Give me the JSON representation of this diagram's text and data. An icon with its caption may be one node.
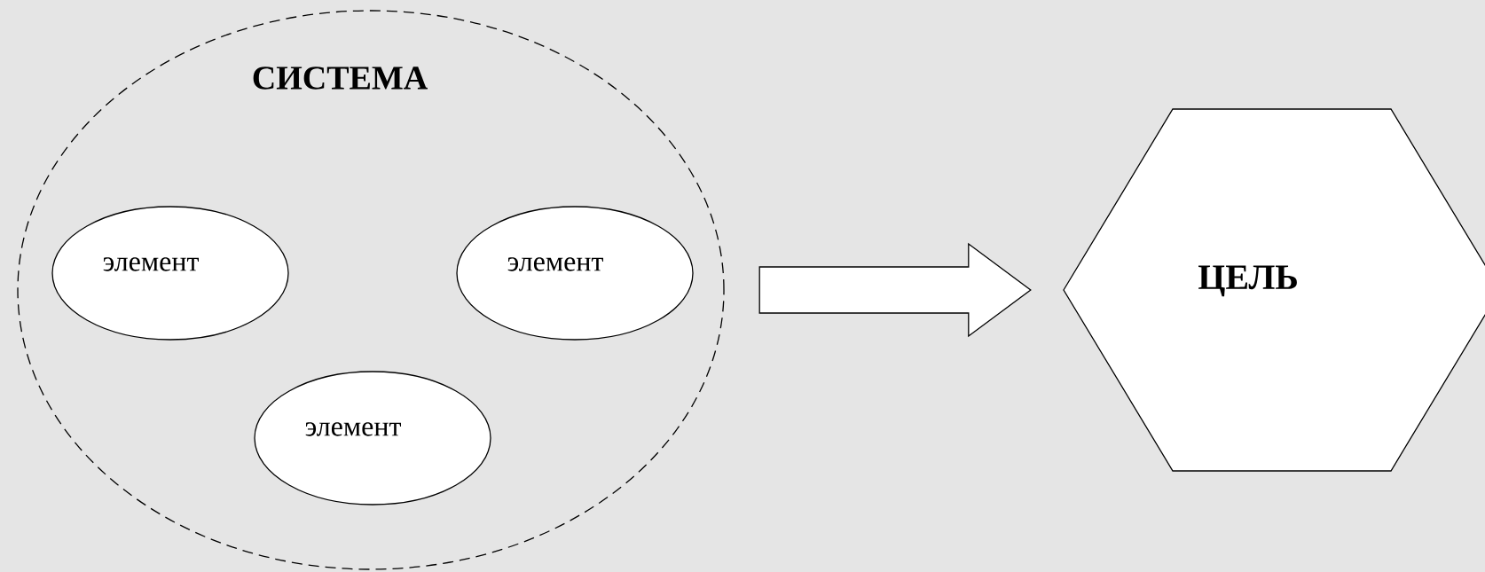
{
  "diagram": {
    "nodes": [
      {
        "text": [
          "СИСТЕМА"
        ]
      },
      {
        "text": [
          "элемент"
        ],
        "in": 0
      },
      {
        "text": [
          "элемент"
        ],
        "in": 0
      },
      {
        "text": [
          "элемент"
        ],
        "in": 0
      },
      {
        "text": [
          "ЦЕЛЬ"
        ]
      }
    ],
    "edges": [
      {
        "from": 0,
        "to": 4,
        "arrow": "to"
      }
    ]
  }
}
